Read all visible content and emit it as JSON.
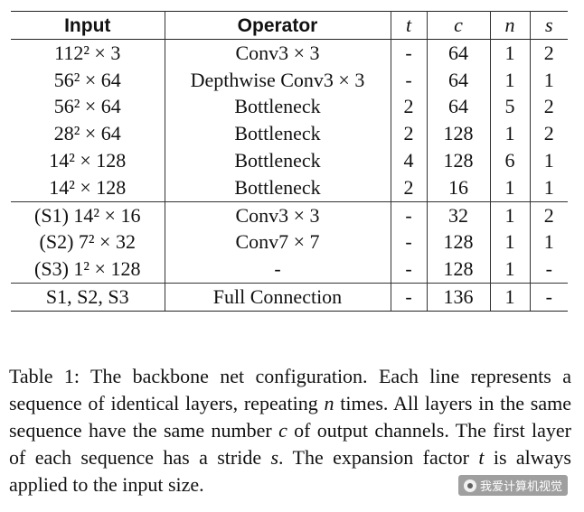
{
  "table": {
    "headers": {
      "input": "Input",
      "operator": "Operator",
      "t": "t",
      "c": "c",
      "n": "n",
      "s": "s"
    },
    "rows": [
      {
        "input": "112² × 3",
        "operator": "Conv3 × 3",
        "t": "-",
        "c": "64",
        "n": "1",
        "s": "2"
      },
      {
        "input": "56² × 64",
        "operator": "Depthwise Conv3 × 3",
        "t": "-",
        "c": "64",
        "n": "1",
        "s": "1"
      },
      {
        "input": "56² × 64",
        "operator": "Bottleneck",
        "t": "2",
        "c": "64",
        "n": "5",
        "s": "2"
      },
      {
        "input": "28² × 64",
        "operator": "Bottleneck",
        "t": "2",
        "c": "128",
        "n": "1",
        "s": "2"
      },
      {
        "input": "14² × 128",
        "operator": "Bottleneck",
        "t": "4",
        "c": "128",
        "n": "6",
        "s": "1"
      },
      {
        "input": "14² × 128",
        "operator": "Bottleneck",
        "t": "2",
        "c": "16",
        "n": "1",
        "s": "1"
      },
      {
        "input": "(S1) 14² × 16",
        "operator": "Conv3 × 3",
        "t": "-",
        "c": "32",
        "n": "1",
        "s": "2"
      },
      {
        "input": "(S2) 7² × 32",
        "operator": "Conv7 × 7",
        "t": "-",
        "c": "128",
        "n": "1",
        "s": "1"
      },
      {
        "input": "(S3) 1² × 128",
        "operator": "-",
        "t": "-",
        "c": "128",
        "n": "1",
        "s": "-"
      },
      {
        "input": "S1, S2, S3",
        "operator": "Full Connection",
        "t": "-",
        "c": "136",
        "n": "1",
        "s": "-"
      }
    ]
  },
  "caption": {
    "p1": "Table 1: The backbone net configuration. Each line represents a sequence of identical layers, repeating ",
    "v_n": "n",
    "p2": " times. All layers in the same sequence have the same number ",
    "v_c": "c",
    "p3": " of output channels. The first layer of each sequence has a stride ",
    "v_s": "s",
    "p4": ". The expansion factor ",
    "v_t": "t",
    "p5": " is always applied to the input size."
  },
  "watermark": {
    "text": "我爱计算机视觉",
    "icon": "wechat-logo-icon"
  }
}
